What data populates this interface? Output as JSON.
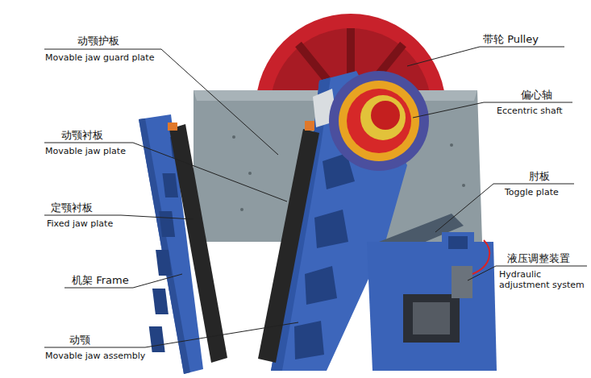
{
  "diagram": {
    "labels": [
      "动颚护板",
      "Movable jaw guard plate",
      "动颚衬板",
      "Movable jaw plate",
      "定颚衬板",
      "Fixed jaw plate",
      "机架 Frame",
      "动颚",
      "Movable jaw assembly",
      "带轮 Pulley",
      "偏心轴",
      "Eccentric shaft",
      "肘板",
      "Toggle plate",
      "液压调整装置",
      "Hydraulic adjustment system"
    ]
  }
}
